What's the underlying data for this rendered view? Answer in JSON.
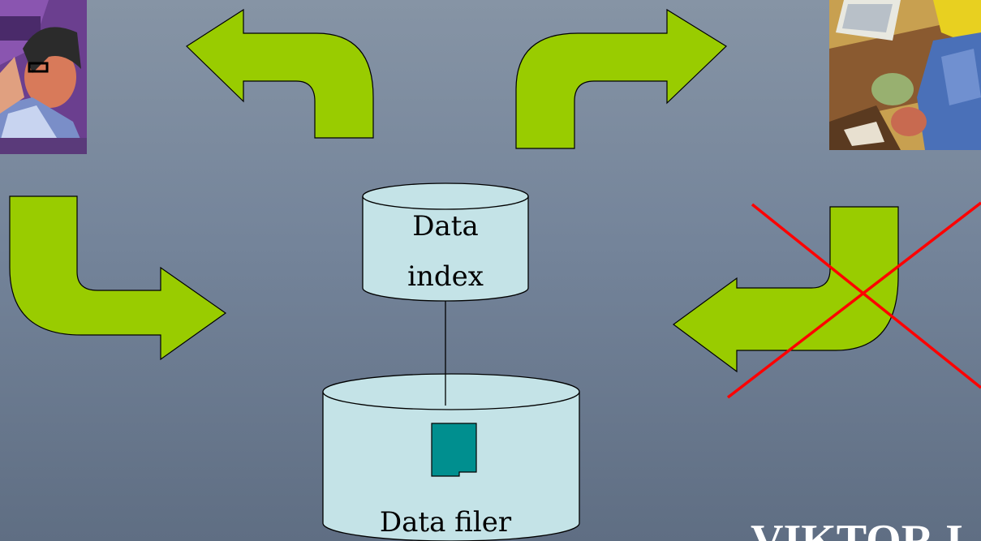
{
  "diagram": {
    "index_db": {
      "line1": "Data",
      "line2": "index"
    },
    "file_db": {
      "label": "Data filer"
    },
    "watermark": {
      "text": "VIKTOR I"
    }
  },
  "colors": {
    "arrow_fill": "#99cc00",
    "db_fill": "#c4e3e7",
    "document_fill": "#008f8f",
    "cross_color": "#ff0000",
    "background": "#74849a"
  },
  "icons": {
    "left_person": "person-at-computer-clipart",
    "right_person": "person-working-clipart"
  }
}
